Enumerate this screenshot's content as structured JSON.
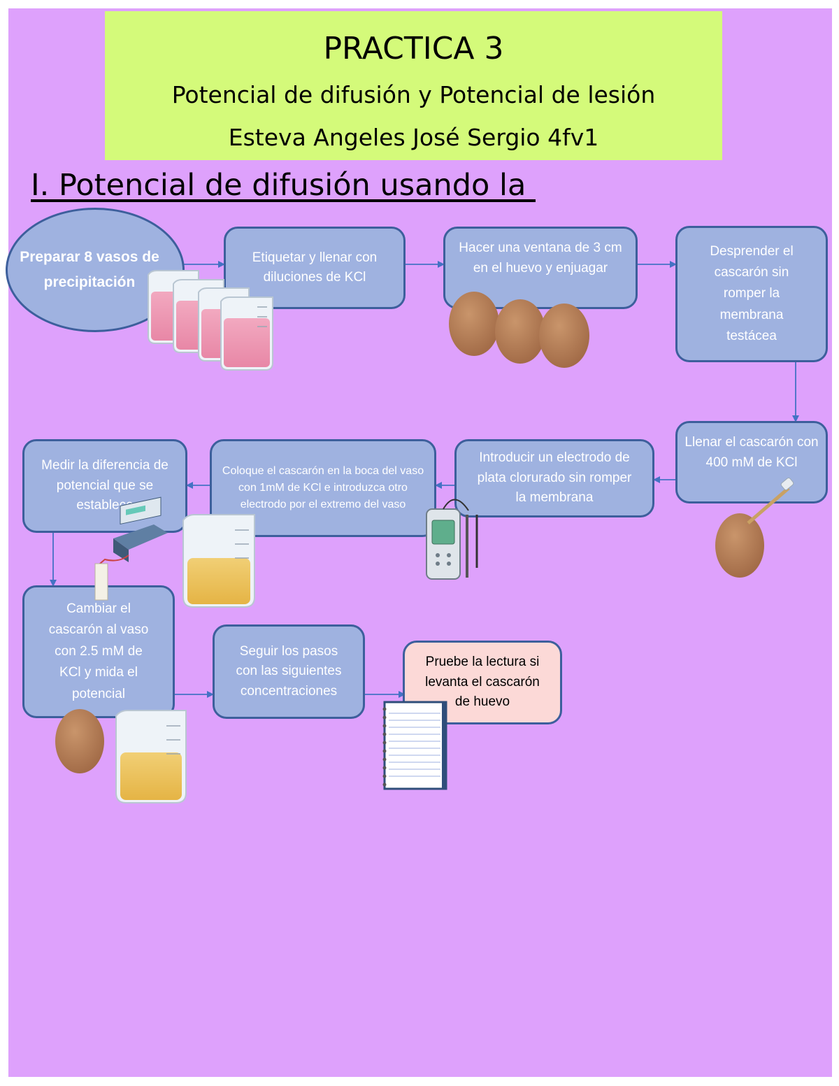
{
  "header": {
    "title": "PRACTICA 3",
    "subtitle": "Potencial de difusión y Potencial de lesión",
    "author": "Esteva Angeles José Sergio 4fv1"
  },
  "section_heading": "I. Potencial de difusión usando la ",
  "steps": {
    "prepare": "Preparar 8 vasos de precipitación",
    "label_fill": "Etiquetar y llenar con diluciones de KCl",
    "window": "Hacer una ventana de 3 cm en el huevo y enjuagar",
    "detach": "Desprender el cascarón sin romper la membrana testácea",
    "fill_shell": "Llenar el cascarón con 400 mM de KCl",
    "electrode": "Introducir un electrodo de plata clorurado sin romper la membrana",
    "place_shell": "Coloque el cascarón en la boca del vaso con 1mM de KCl e introduzca otro electrodo por el extremo del vaso",
    "measure": "Medir la diferencia de potencial que se establece",
    "change": "Cambiar el cascarón al vaso con 2.5 mM de KCl y mida el potencial",
    "follow": "Seguir los pasos con las siguientes concentraciones",
    "test": "Pruebe la lectura si levanta el cascarón de huevo"
  },
  "colors": {
    "background": "#dea1fc",
    "title_box": "#d4fa7a",
    "node_fill": "#9fb2e0",
    "node_border": "#3d5f9c",
    "note_fill": "#fcd9d7",
    "arrow": "#4472c4"
  },
  "icons": [
    "beakers-pink-icon",
    "eggs-icon",
    "egg-pipette-icon",
    "ph-meter-icon",
    "beaker-yellow-icon",
    "voltmeter-icon",
    "notebook-icon"
  ]
}
